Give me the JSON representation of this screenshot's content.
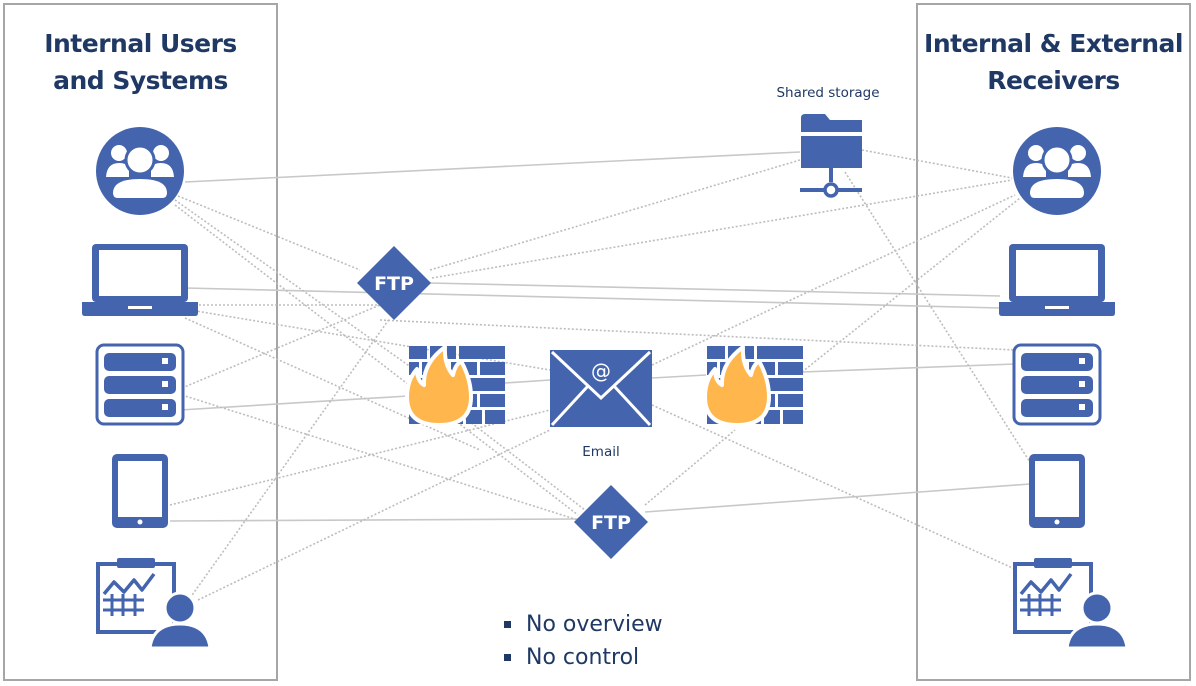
{
  "left_panel": {
    "title_line1": "Internal Users",
    "title_line2": "and Systems",
    "icons": [
      "user-group-icon",
      "laptop-icon",
      "server-icon",
      "tablet-icon",
      "presenter-icon"
    ]
  },
  "right_panel": {
    "title_line1": "Internal & External",
    "title_line2": "Receivers",
    "icons": [
      "user-group-icon",
      "laptop-icon",
      "server-icon",
      "tablet-icon",
      "presenter-icon"
    ]
  },
  "middle": {
    "shared_storage_label": "Shared storage",
    "email_label": "Email",
    "ftp_top_label": "FTP",
    "ftp_bottom_label": "FTP",
    "email_symbol": "@"
  },
  "bullets": [
    "No overview",
    "No control"
  ],
  "colors": {
    "icon_blue": "#4465ad",
    "title_navy": "#1f3864",
    "flame_orange": "#ffb74d",
    "line_gray": "#c8c8c8",
    "box_border": "#a6a6a6"
  }
}
